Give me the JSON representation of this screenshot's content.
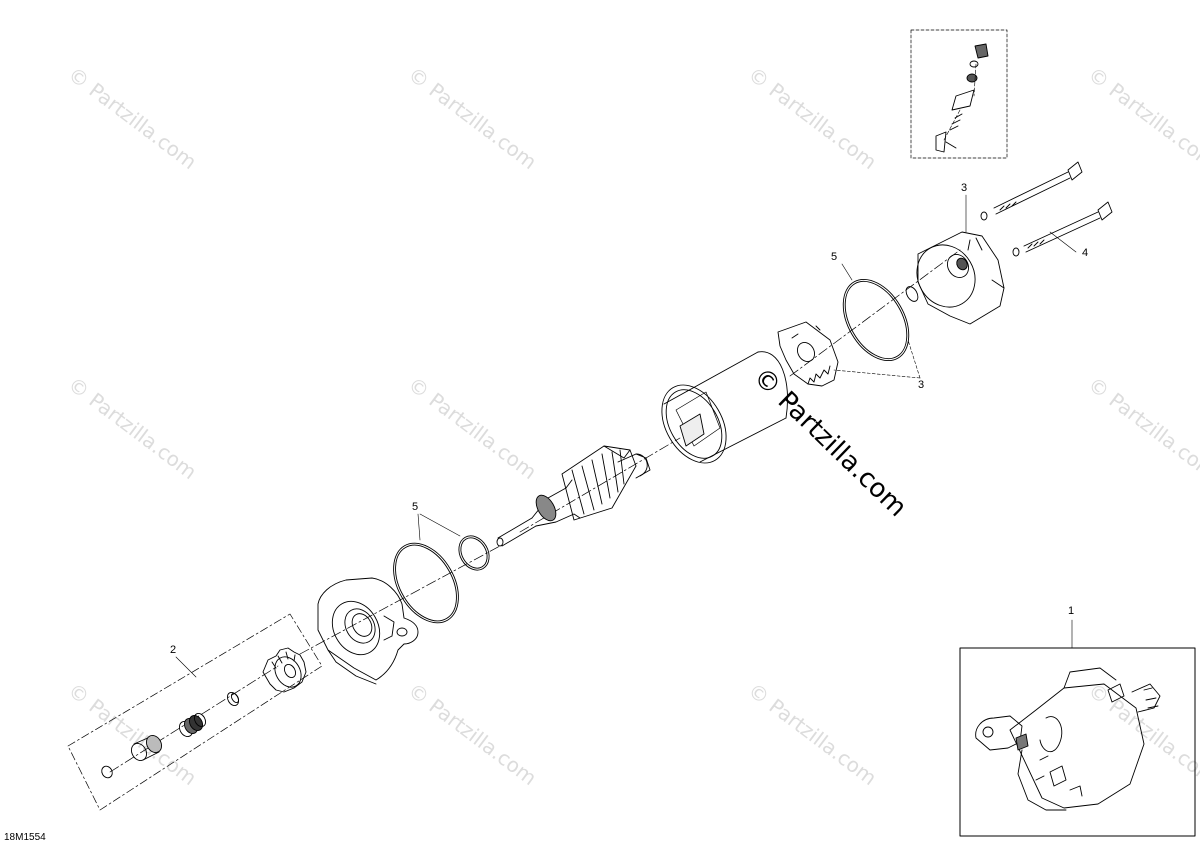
{
  "figure_id": "18M1554",
  "watermark_text": "© Partzilla.com",
  "brand_text": "© Partzilla.com",
  "callouts": {
    "c1": "1",
    "c2": "2",
    "c3_top": "3",
    "c3_mid": "3",
    "c4": "4",
    "c5_right": "5",
    "c5_left": "5"
  },
  "colors": {
    "line": "#000000",
    "watermark": "#dcdcdc"
  }
}
